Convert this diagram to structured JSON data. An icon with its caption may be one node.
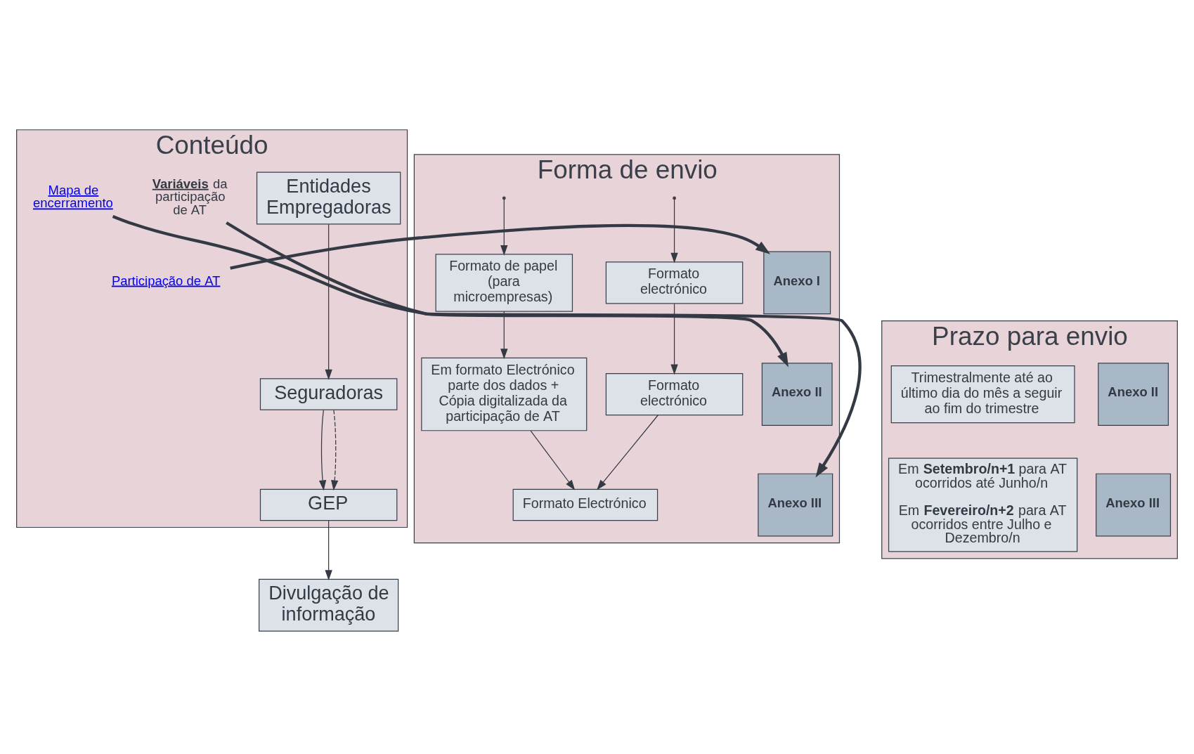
{
  "diagram": {
    "nodes": [
      {
        "text": [
          "Conteúdo"
        ]
      },
      {
        "text": [
          "Entidades Empregadoras"
        ],
        "in": 0
      },
      {
        "text": [
          "Seguradoras"
        ],
        "in": 0
      },
      {
        "text": [
          "GEP"
        ],
        "in": 0
      },
      {
        "text": [
          "Divulgação de informação"
        ]
      },
      {
        "text": [
          "Participação de AT"
        ],
        "in": 0
      },
      {
        "text": [
          "**Variáveis** da participação de AT"
        ],
        "in": 0
      },
      {
        "text": [
          "Mapa de encerramento"
        ],
        "in": 0
      },
      {
        "text": [
          "Forma de envio"
        ]
      },
      {
        "text": [
          "Anexo I"
        ],
        "in": 8
      },
      {
        "text": [
          "Formato electrónico"
        ],
        "in": 8
      },
      {
        "text": [
          "Formato de papel (para microempresas)"
        ],
        "in": 8
      },
      {
        "text": [
          "Anexo II"
        ],
        "in": 8
      },
      {
        "text": [
          "Formato electrónico"
        ],
        "in": 8
      },
      {
        "text": [
          "Em formato Electrónico parte dos dados + Cópia digitalizada da participação de AT"
        ],
        "in": 8
      },
      {
        "text": [
          "Anexo III"
        ],
        "in": 8
      },
      {
        "text": [
          "Formato Electrónico"
        ],
        "in": 8
      },
      {
        "text": [
          "Prazo para envio"
        ]
      },
      {
        "text": [
          "Anexo II"
        ],
        "in": 17
      },
      {
        "text": [
          "Trimestralmente até ao último dia do mês a seguir ao fim do trimestre"
        ],
        "in": 17
      },
      {
        "text": [
          "Anexo III"
        ],
        "in": 17
      },
      {
        "text": [
          "Em **Setembro/n+1** para AT ocorridos até Junho/n",
          "Em **Fevereiro/n+2** para AT ocorridos entre Julho e Dezembro/n"
        ],
        "in": 17
      }
    ],
    "edges": [
      {
        "from": 1,
        "to": 2,
        "arrow": "to"
      },
      {
        "from": 2,
        "to": 3,
        "arrow": "to"
      },
      {
        "from": 3,
        "to": 4,
        "arrow": "to"
      },
      {
        "from": 2,
        "to": 3,
        "arrow": "to",
        "style": "dashed"
      },
      {
        "from": 5,
        "to": 9,
        "arrow": "to",
        "style": "thick"
      },
      {
        "from": 6,
        "to": 12,
        "arrow": "to",
        "style": "thick"
      },
      {
        "from": 7,
        "to": 15,
        "arrow": "to",
        "style": "thick"
      },
      {
        "from": null,
        "to": 10,
        "arrow": "to"
      },
      {
        "from": null,
        "to": 11,
        "arrow": "to"
      },
      {
        "from": 10,
        "to": 13,
        "arrow": "to"
      },
      {
        "from": 11,
        "to": 14,
        "arrow": "to"
      },
      {
        "from": 13,
        "to": 16,
        "arrow": "to"
      },
      {
        "from": 14,
        "to": 16,
        "arrow": "to"
      }
    ]
  }
}
